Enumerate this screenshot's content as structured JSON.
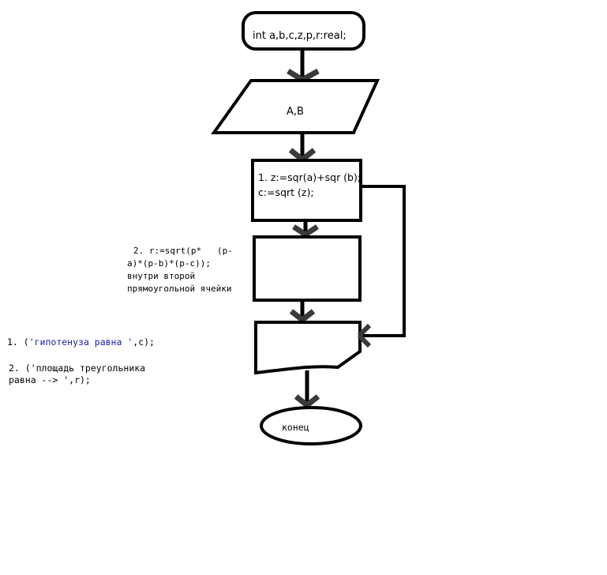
{
  "flowchart": {
    "start_label": "int a,b,c,z,p,r:real;",
    "input_label": "A,B",
    "process_lines": [
      "1. z:=sqr(a)+sqr (b);",
      "c:=sqrt (z);"
    ],
    "end_label": "конец"
  },
  "annotations": {
    "area_note_lines": [
      "2. r:=sqrt(p*   (p-",
      "a)*(p-b)*(p-c));",
      "внутри второй",
      "прямоугольной ячейки"
    ],
    "output_1": {
      "prefix": "1. (",
      "string": "'гипотенуза равна '",
      "suffix": ",c);"
    },
    "output_2_lines": [
      "2. ('площадь треугольника",
      "равна --> ',r);"
    ]
  },
  "colors": {
    "stroke": "#000000",
    "arrowhead": "#3a3a3a",
    "string_literal": "#1a1aa8"
  }
}
